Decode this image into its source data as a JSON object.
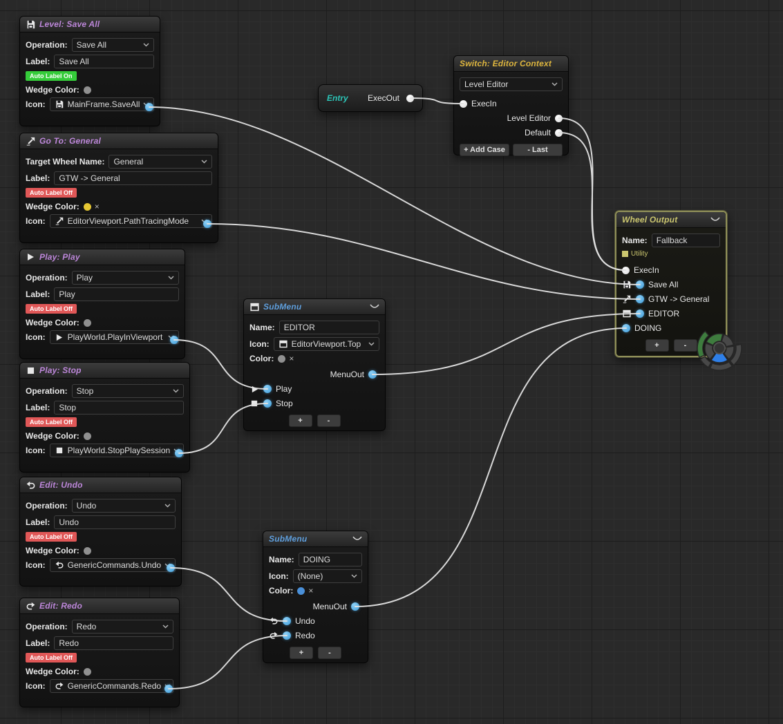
{
  "ui": {
    "clear": "×",
    "plus": "+",
    "minus": "-"
  },
  "colors": {
    "canvas_bg": "#292929",
    "wire": "#e2e2e2",
    "title_item": "#bd87da",
    "title_entry": "#2cc5b8",
    "title_switch": "#ddb53e",
    "title_submenu": "#5f9fdd",
    "title_wheel": "#cbc66f",
    "pin_exec": "#f0f0f0",
    "pin_item": "#55b1ea",
    "badge_on": "#35cc3a",
    "badge_off": "#e05757",
    "wedge_gray": "#909090",
    "wedge_yellow": "#e6c733",
    "wedge_blue": "#4a90d9",
    "selected_border": "#8f8f58"
  },
  "nodes": {
    "level_save_all": {
      "title": "Level: Save All",
      "operation_label": "Operation:",
      "operation": "Save All",
      "label_label": "Label:",
      "label": "Save All",
      "badge": "Auto Label On",
      "wedge_label": "Wedge Color:",
      "icon_label": "Icon:",
      "icon": "MainFrame.SaveAll"
    },
    "go_to_general": {
      "title": "Go To: General",
      "target_label": "Target Wheel Name:",
      "target": "General",
      "label_label": "Label:",
      "label": "GTW -> General",
      "badge": "Auto Label Off",
      "wedge_label": "Wedge Color:",
      "icon_label": "Icon:",
      "icon": "EditorViewport.PathTracingMode"
    },
    "play_play": {
      "title": "Play: Play",
      "operation_label": "Operation:",
      "operation": "Play",
      "label_label": "Label:",
      "label": "Play",
      "badge": "Auto Label Off",
      "wedge_label": "Wedge Color:",
      "icon_label": "Icon:",
      "icon": "PlayWorld.PlayInViewport"
    },
    "play_stop": {
      "title": "Play: Stop",
      "operation_label": "Operation:",
      "operation": "Stop",
      "label_label": "Label:",
      "label": "Stop",
      "badge": "Auto Label Off",
      "wedge_label": "Wedge Color:",
      "icon_label": "Icon:",
      "icon": "PlayWorld.StopPlaySession"
    },
    "edit_undo": {
      "title": "Edit: Undo",
      "operation_label": "Operation:",
      "operation": "Undo",
      "label_label": "Label:",
      "label": "Undo",
      "badge": "Auto Label Off",
      "wedge_label": "Wedge Color:",
      "icon_label": "Icon:",
      "icon": "GenericCommands.Undo"
    },
    "edit_redo": {
      "title": "Edit: Redo",
      "operation_label": "Operation:",
      "operation": "Redo",
      "label_label": "Label:",
      "label": "Redo",
      "badge": "Auto Label Off",
      "wedge_label": "Wedge Color:",
      "icon_label": "Icon:",
      "icon": "GenericCommands.Redo"
    },
    "entry": {
      "title": "Entry",
      "pin_label": "ExecOut"
    },
    "switch": {
      "title": "Switch: Editor Context",
      "selected": "Level Editor",
      "exec_in": "ExecIn",
      "case_1": "Level Editor",
      "case_2": "Default",
      "add_case": "+ Add Case",
      "remove_last": "- Last"
    },
    "submenu_editor": {
      "title": "SubMenu",
      "name_label": "Name:",
      "name": "EDITOR",
      "icon_label": "Icon:",
      "icon": "EditorViewport.Top",
      "color_label": "Color:",
      "menu_out": "MenuOut",
      "item_1": "Play",
      "item_2": "Stop"
    },
    "submenu_doing": {
      "title": "SubMenu",
      "name_label": "Name:",
      "name": "DOING",
      "icon_label": "Icon:",
      "icon": "(None)",
      "color_label": "Color:",
      "menu_out": "MenuOut",
      "item_1": "Undo",
      "item_2": "Redo"
    },
    "wheel_output": {
      "title": "Wheel Output",
      "name_label": "Name:",
      "name": "Fallback",
      "tag": "Utility",
      "exec_in": "ExecIn",
      "item_1": "Save All",
      "item_2": "GTW -> General",
      "item_3": "EDITOR",
      "item_4": "DOING"
    }
  },
  "wires": [
    {
      "from": "entry.out",
      "to": "switch.execin"
    },
    {
      "from": "switch.case1",
      "to": "wheel.execin"
    },
    {
      "from": "switch.case2",
      "to": "wheel.execin"
    },
    {
      "from": "save_all.out",
      "to": "wheel.item1"
    },
    {
      "from": "go_to.out",
      "to": "wheel.item2"
    },
    {
      "from": "editor.menuout",
      "to": "wheel.item3"
    },
    {
      "from": "doing.menuout",
      "to": "wheel.item4"
    },
    {
      "from": "play.out",
      "to": "editor.in1"
    },
    {
      "from": "stop.out",
      "to": "editor.in2"
    },
    {
      "from": "undo.out",
      "to": "doing.in1"
    },
    {
      "from": "redo.out",
      "to": "doing.in2"
    }
  ],
  "wheel_preview": {
    "colors": {
      "green": "#3e7c3e",
      "blue": "#2e7fe8",
      "gray": "#484848"
    },
    "segments": [
      {
        "r0": 10,
        "r1": 21,
        "a0": 205,
        "a1": 283,
        "color": "green"
      },
      {
        "r0": 10,
        "r1": 21,
        "a0": 288,
        "a1": 347,
        "color": "gray"
      },
      {
        "r0": 10,
        "r1": 21,
        "a0": 352,
        "a1": 50,
        "color": "gray"
      },
      {
        "r0": 8,
        "r1": 21,
        "a0": 55,
        "a1": 125,
        "color": "blue"
      },
      {
        "r0": 10,
        "r1": 21,
        "a0": 130,
        "a1": 200,
        "color": "gray"
      },
      {
        "r0": 24,
        "r1": 32,
        "a0": 155,
        "a1": 230,
        "color": "green"
      },
      {
        "r0": 24,
        "r1": 32,
        "a0": 120,
        "a1": 150,
        "color": "gray"
      },
      {
        "r0": 24,
        "r1": 32,
        "a0": 55,
        "a1": 115,
        "color": "gray"
      },
      {
        "r0": 24,
        "r1": 32,
        "a0": 350,
        "a1": 50,
        "color": "gray"
      }
    ]
  }
}
